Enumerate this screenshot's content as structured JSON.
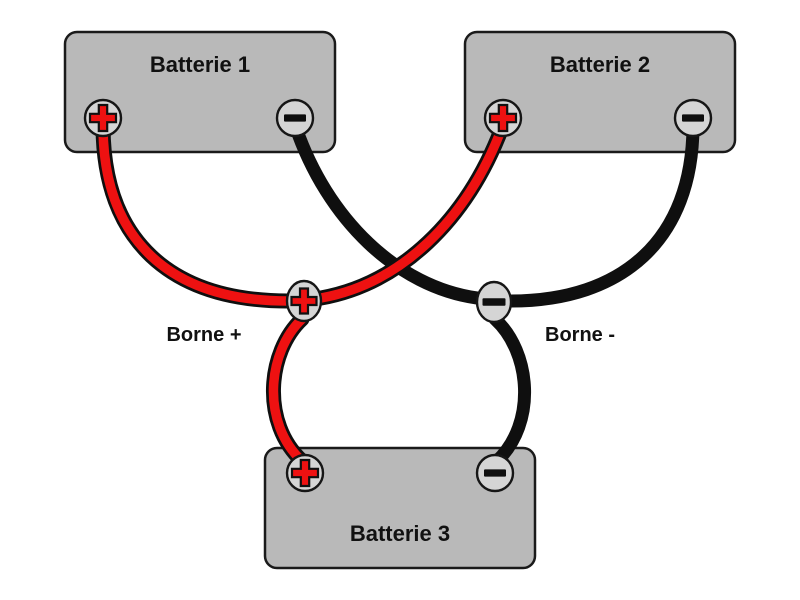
{
  "diagram": {
    "type": "battery-parallel-wiring-diagram",
    "batteries": [
      {
        "label": "Batterie 1"
      },
      {
        "label": "Batterie 2"
      },
      {
        "label": "Batterie 3"
      }
    ],
    "junctions": {
      "positive": "Borne +",
      "negative": "Borne -"
    },
    "icons": {
      "positive_terminal": "plus-icon",
      "negative_terminal": "minus-icon"
    },
    "colors": {
      "battery_body": "#b9b9b9",
      "terminal_fill": "#d5d5d5",
      "outline": "#161616",
      "positive_wire": "#ee1111",
      "negative_wire": "#0f0f0f",
      "label_text": "#111111",
      "background": "#ffffff"
    }
  }
}
